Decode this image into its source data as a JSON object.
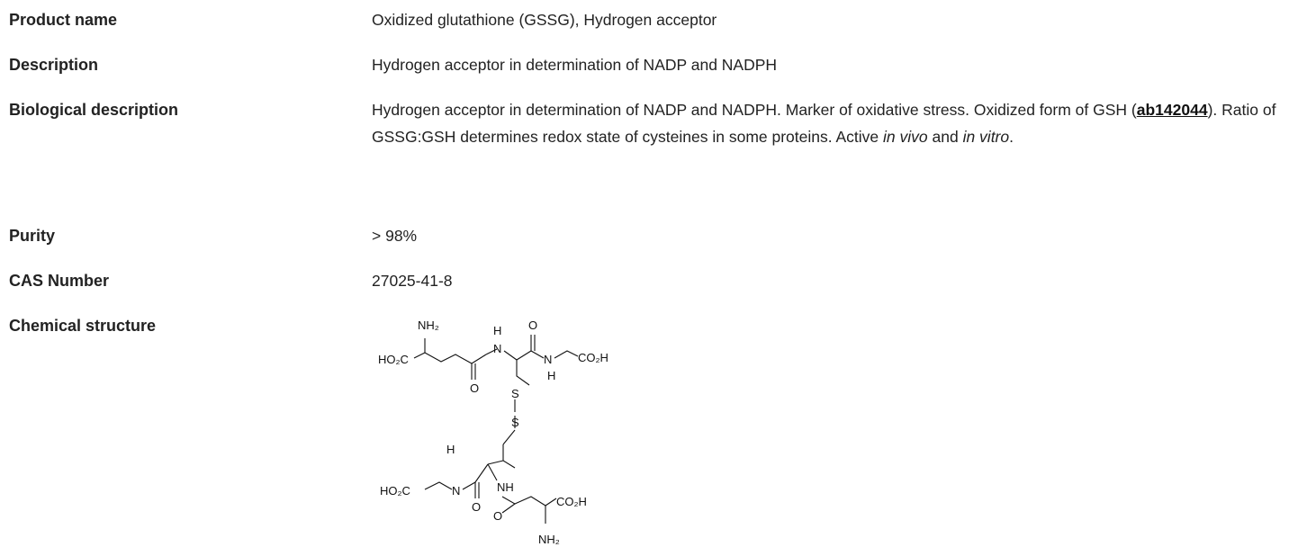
{
  "rows": [
    {
      "label": "Product name",
      "value": "Oxidized glutathione (GSSG), Hydrogen acceptor"
    },
    {
      "label": "Description",
      "value": "Hydrogen acceptor in determination of NADP and NADPH"
    },
    {
      "label": "Biological description",
      "bio_part1": "Hydrogen acceptor in determination of NADP and NADPH. Marker of oxidative stress. Oxidized form of GSH (",
      "bio_link": "ab142044",
      "bio_part2": "). Ratio of GSSG:GSH determines redox state of cysteines in some proteins. Active ",
      "bio_italic1": "in vivo",
      "bio_part3": " and ",
      "bio_italic2": "in vitro",
      "bio_part4": "."
    },
    {
      "label": "Purity",
      "value": "> 98%"
    },
    {
      "label": "CAS Number",
      "value": "27025-41-8"
    },
    {
      "label": "Chemical structure"
    }
  ],
  "structure": {
    "nh2_top": "NH₂",
    "h_top1": "H",
    "n_top1": "N",
    "o_top1": "O",
    "n_top2": "N",
    "h_top2": "H",
    "co2h_top": "CO₂H",
    "ho2c_top": "HO₂C",
    "o_top2": "O",
    "s1": "S",
    "s2": "S",
    "h_bot1": "H",
    "ho2c_bot": "HO₂C",
    "n_bot1": "N",
    "nh_bot": "NH",
    "o_bot1": "O",
    "o_bot2": "O",
    "co2h_bot": "CO₂H",
    "nh2_bot": "NH₂"
  }
}
